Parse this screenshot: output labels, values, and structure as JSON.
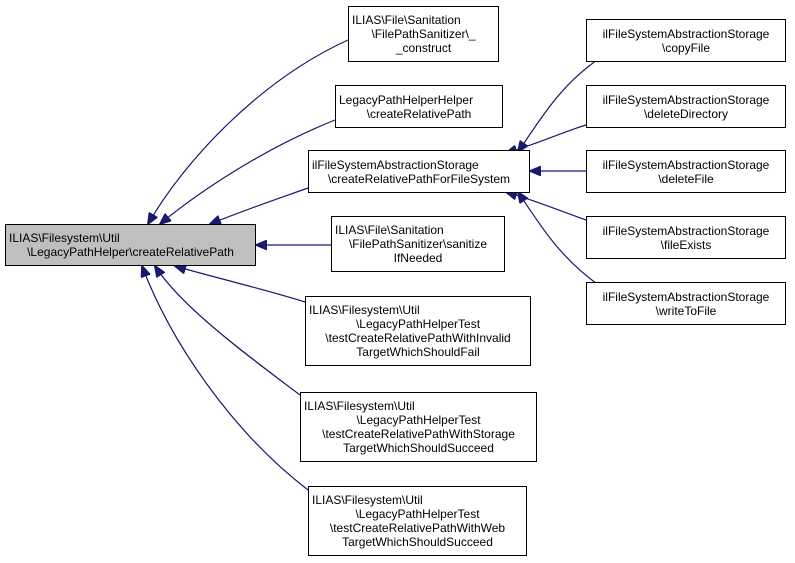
{
  "graph": {
    "edge_color": "#191970",
    "root_fill": "#bfbfbf",
    "nodes": {
      "root": {
        "lines": [
          "ILIAS\\Filesystem\\Util",
          "\\LegacyPathHelper\\createRelativePath"
        ]
      },
      "sanitizer_construct": {
        "lines": [
          "ILIAS\\File\\Sanitation",
          "\\FilePathSanitizer\\_",
          "_construct"
        ]
      },
      "legacy_helper_helper": {
        "lines": [
          "LegacyPathHelperHelper",
          "\\createRelativePath"
        ]
      },
      "storage_create_relative": {
        "lines": [
          "ilFileSystemAbstractionStorage",
          "\\createRelativePathForFileSystem"
        ]
      },
      "sanitizer_sanitize": {
        "lines": [
          "ILIAS\\File\\Sanitation",
          "\\FilePathSanitizer\\sanitize",
          "IfNeeded"
        ]
      },
      "test_invalid": {
        "lines": [
          "ILIAS\\Filesystem\\Util",
          "\\LegacyPathHelperTest",
          "\\testCreateRelativePathWithInvalid",
          "TargetWhichShouldFail"
        ]
      },
      "test_storage": {
        "lines": [
          "ILIAS\\Filesystem\\Util",
          "\\LegacyPathHelperTest",
          "\\testCreateRelativePathWithStorage",
          "TargetWhichShouldSucceed"
        ]
      },
      "test_web": {
        "lines": [
          "ILIAS\\Filesystem\\Util",
          "\\LegacyPathHelperTest",
          "\\testCreateRelativePathWithWeb",
          "TargetWhichShouldSucceed"
        ]
      },
      "copy_file": {
        "lines": [
          "ilFileSystemAbstractionStorage",
          "\\copyFile"
        ]
      },
      "delete_directory": {
        "lines": [
          "ilFileSystemAbstractionStorage",
          "\\deleteDirectory"
        ]
      },
      "delete_file": {
        "lines": [
          "ilFileSystemAbstractionStorage",
          "\\deleteFile"
        ]
      },
      "file_exists": {
        "lines": [
          "ilFileSystemAbstractionStorage",
          "\\fileExists"
        ]
      },
      "write_to_file": {
        "lines": [
          "ilFileSystemAbstractionStorage",
          "\\writeToFile"
        ]
      }
    }
  }
}
